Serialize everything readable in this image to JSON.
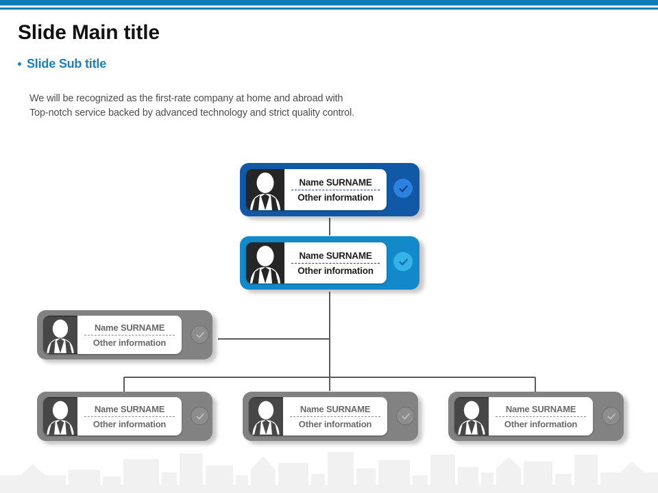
{
  "slide": {
    "title": "Slide Main title",
    "subtitle": "Slide Sub title",
    "body": "We will be recognized as the first-rate company at home and abroad with\nTop-notch service backed by advanced technology and strict quality control."
  },
  "colors": {
    "accent_bar": "#0f7cb8",
    "subtitle": "#1b7fc0",
    "node_navy": "#1159a6",
    "node_blue": "#1389c9",
    "node_gray": "#828282",
    "body_text": "#4d4d4d",
    "connector": "#58595b",
    "skyline": "#f0f0f0"
  },
  "org_chart": {
    "nodes": [
      {
        "id": "ceo",
        "theme": "navy",
        "name": "Name SURNAME",
        "info": "Other information",
        "badge_icon": "check-circle-icon",
        "avatar_icon": "person-avatar-icon"
      },
      {
        "id": "director",
        "theme": "blue",
        "name": "Name SURNAME",
        "info": "Other information",
        "badge_icon": "check-circle-icon",
        "avatar_icon": "person-avatar-icon"
      },
      {
        "id": "assistant",
        "theme": "gray",
        "name": "Name SURNAME",
        "info": "Other information",
        "badge_icon": "check-circle-icon",
        "avatar_icon": "person-avatar-icon"
      },
      {
        "id": "member-left",
        "theme": "gray",
        "name": "Name SURNAME",
        "info": "Other information",
        "badge_icon": "check-circle-icon",
        "avatar_icon": "person-avatar-icon"
      },
      {
        "id": "member-center",
        "theme": "gray",
        "name": "Name SURNAME",
        "info": "Other information",
        "badge_icon": "check-circle-icon",
        "avatar_icon": "person-avatar-icon"
      },
      {
        "id": "member-right",
        "theme": "gray",
        "name": "Name SURNAME",
        "info": "Other information",
        "badge_icon": "check-circle-icon",
        "avatar_icon": "person-avatar-icon"
      }
    ]
  }
}
